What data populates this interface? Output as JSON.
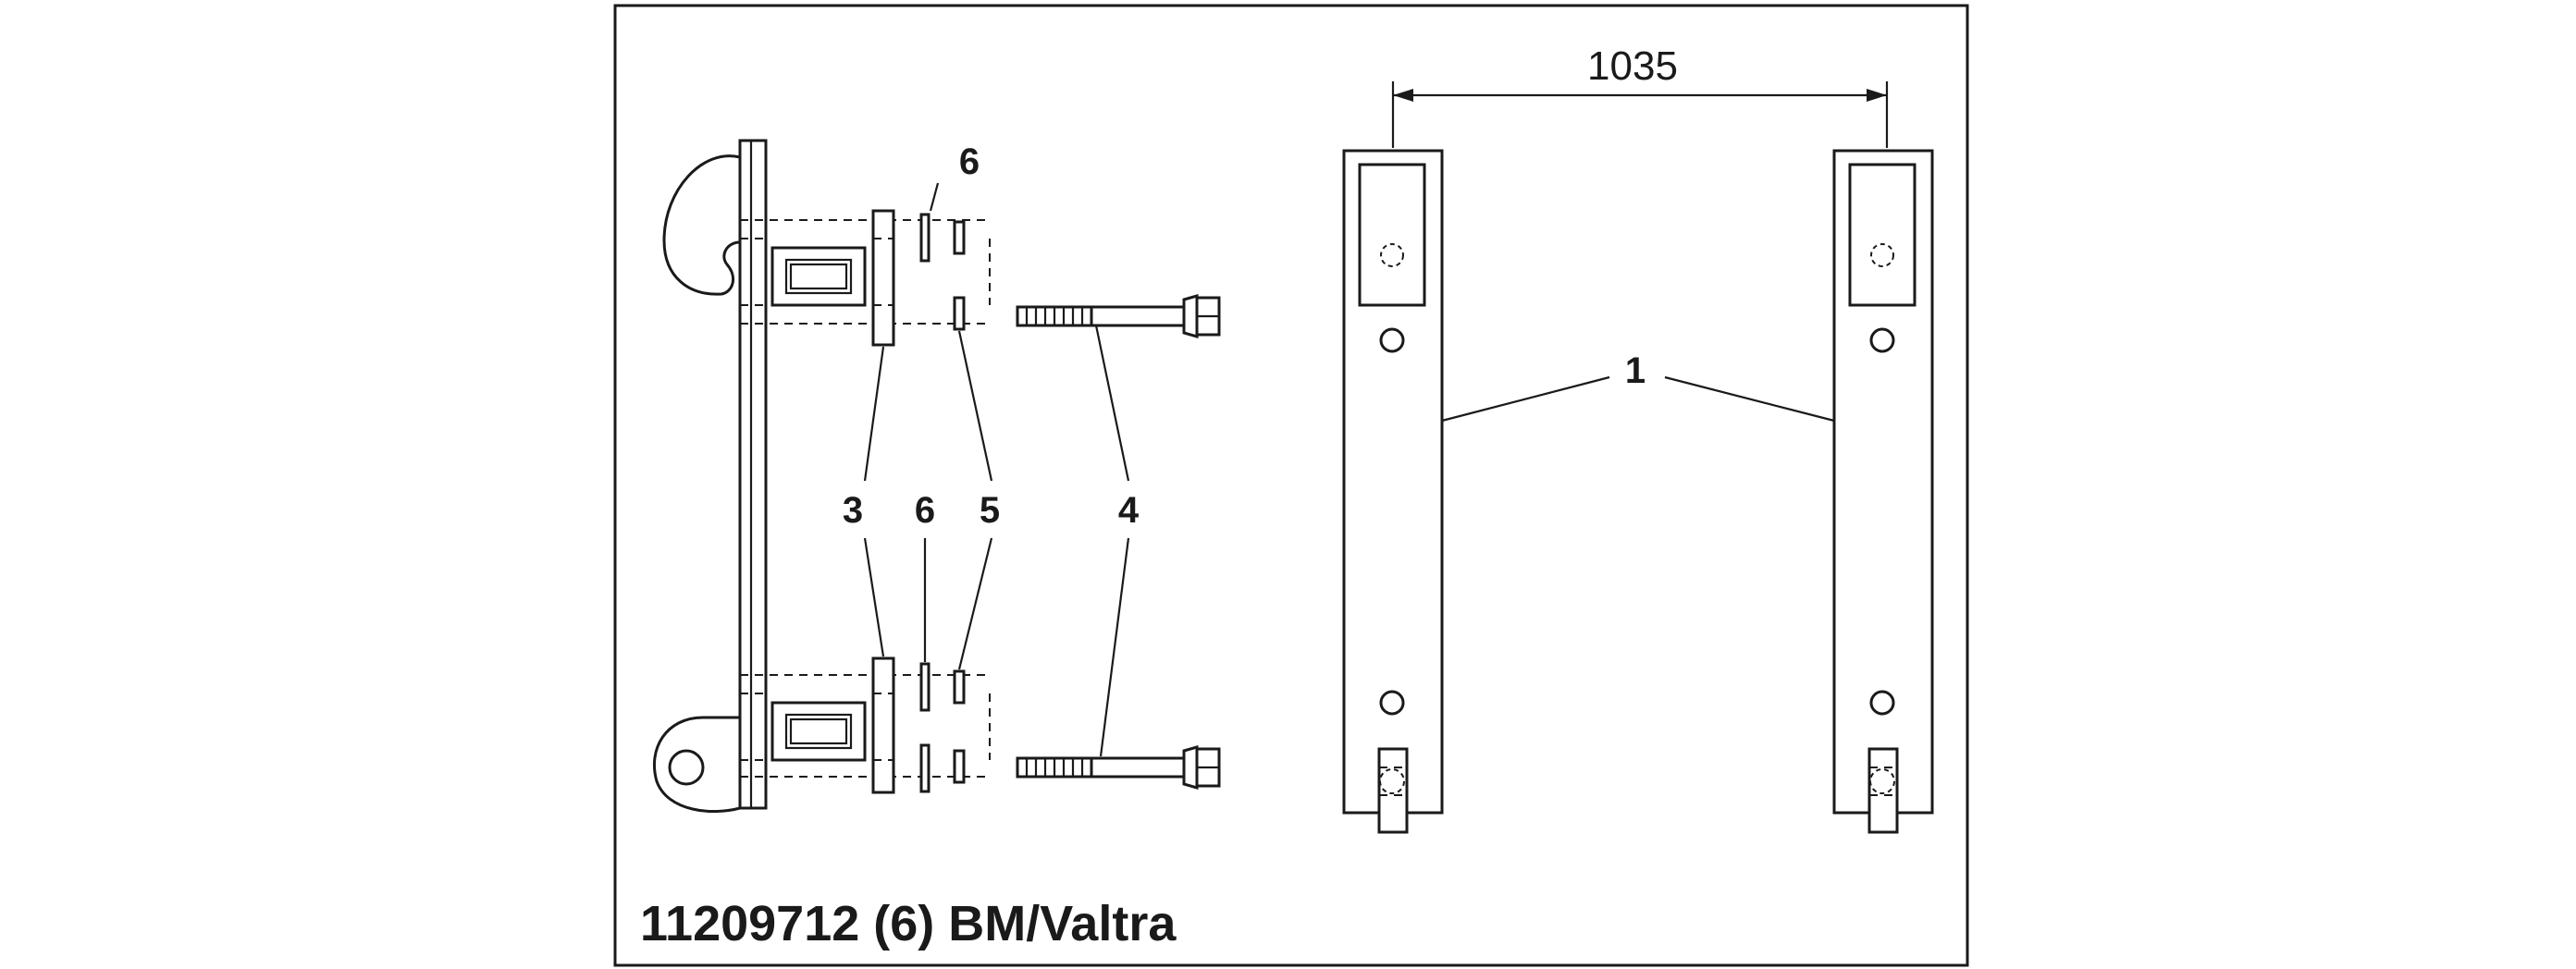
{
  "title": "11209712 (6) BM/Valtra",
  "dimension": "1035",
  "part_labels": {
    "top_6": "6",
    "label_3": "3",
    "label_6": "6",
    "label_5": "5",
    "label_4": "4",
    "label_1": "1"
  }
}
